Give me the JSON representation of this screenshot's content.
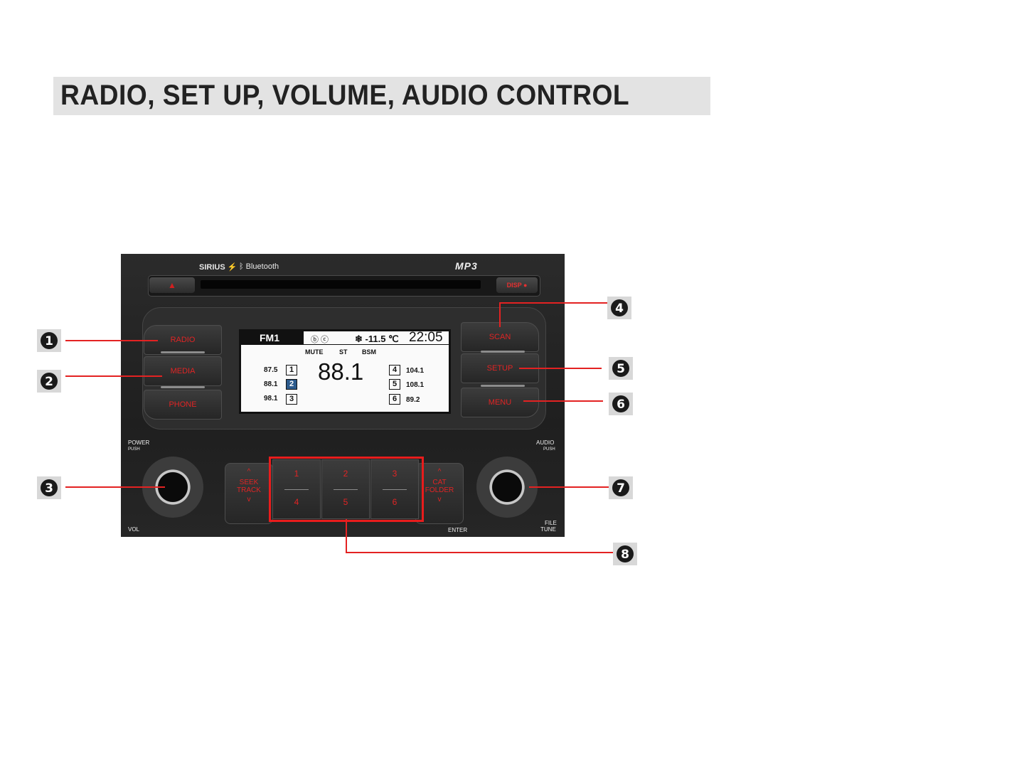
{
  "title": "RADIO, SET UP, VOLUME, AUDIO CONTROL",
  "unit": {
    "brand_sirius": "SIRIUS",
    "brand_bluetooth": "Bluetooth",
    "brand_mp3": "MP3",
    "eject_label": "▲",
    "disp_label": "DISP",
    "buttons": {
      "radio": "RADIO",
      "media": "MEDIA",
      "phone": "PHONE",
      "scan": "SCAN",
      "setup": "SETUP",
      "menu": "MENU"
    },
    "screen": {
      "band": "FM1",
      "icons": "ⓑ ⓒ",
      "temperature": "❄ -11.5 ℃",
      "time": "22:05",
      "flag_mute": "MUTE",
      "flag_st": "ST",
      "flag_bsm": "BSM",
      "frequency": "88.1",
      "presets": [
        {
          "num": "1",
          "freq": "87.5"
        },
        {
          "num": "2",
          "freq": "88.1"
        },
        {
          "num": "3",
          "freq": "98.1"
        },
        {
          "num": "4",
          "freq": "104.1"
        },
        {
          "num": "5",
          "freq": "108.1"
        },
        {
          "num": "6",
          "freq": "89.2"
        }
      ],
      "active_preset": 2
    },
    "power_label": "POWER",
    "power_push": "PUSH",
    "audio_label": "AUDIO",
    "audio_push": "PUSH",
    "vol_label": "VOL",
    "file_label": "FILE",
    "tune_label": "TUNE",
    "enter_label": "ENTER",
    "seek": {
      "line1": "SEEK",
      "line2": "TRACK",
      "up": "^",
      "down": "v"
    },
    "cat": {
      "line1": "CAT",
      "line2": "FOLDER",
      "up": "^",
      "down": "v"
    },
    "preset_buttons": [
      {
        "top": "1",
        "bottom": "4"
      },
      {
        "top": "2",
        "bottom": "5"
      },
      {
        "top": "3",
        "bottom": "6"
      }
    ]
  },
  "callouts": [
    "1",
    "2",
    "3",
    "4",
    "5",
    "6",
    "7",
    "8"
  ],
  "colors": {
    "callout": "#e32222",
    "badge": "#d8d8d8"
  }
}
